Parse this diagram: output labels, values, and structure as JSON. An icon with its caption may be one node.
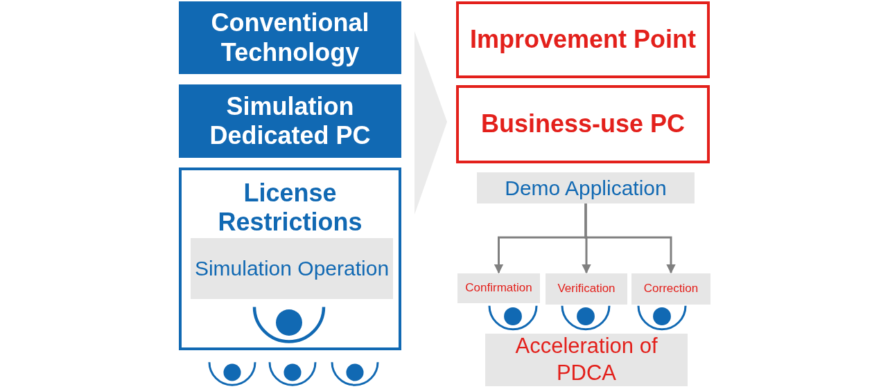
{
  "diagram": {
    "nodes": [
      {
        "text": [
          "Conventional Technology"
        ]
      },
      {
        "text": [
          "Simulation Dedicated PC"
        ]
      },
      {
        "text": [
          "License Restrictions"
        ]
      },
      {
        "text": [
          "Simulation Operation"
        ],
        "in": 2
      },
      {
        "text": [
          "Improvement Point"
        ]
      },
      {
        "text": [
          "Business-use PC"
        ]
      },
      {
        "text": [
          "Demo Application"
        ]
      },
      {
        "text": [
          "Confirmation"
        ]
      },
      {
        "text": [
          "Verification"
        ]
      },
      {
        "text": [
          "Correction"
        ]
      },
      {
        "text": [
          "Acceleration of PDCA"
        ]
      }
    ],
    "edges": [
      {
        "from": 6,
        "to": 7,
        "arrow": "to"
      },
      {
        "from": 6,
        "to": 8,
        "arrow": "to"
      },
      {
        "from": 6,
        "to": 9,
        "arrow": "to"
      }
    ]
  }
}
